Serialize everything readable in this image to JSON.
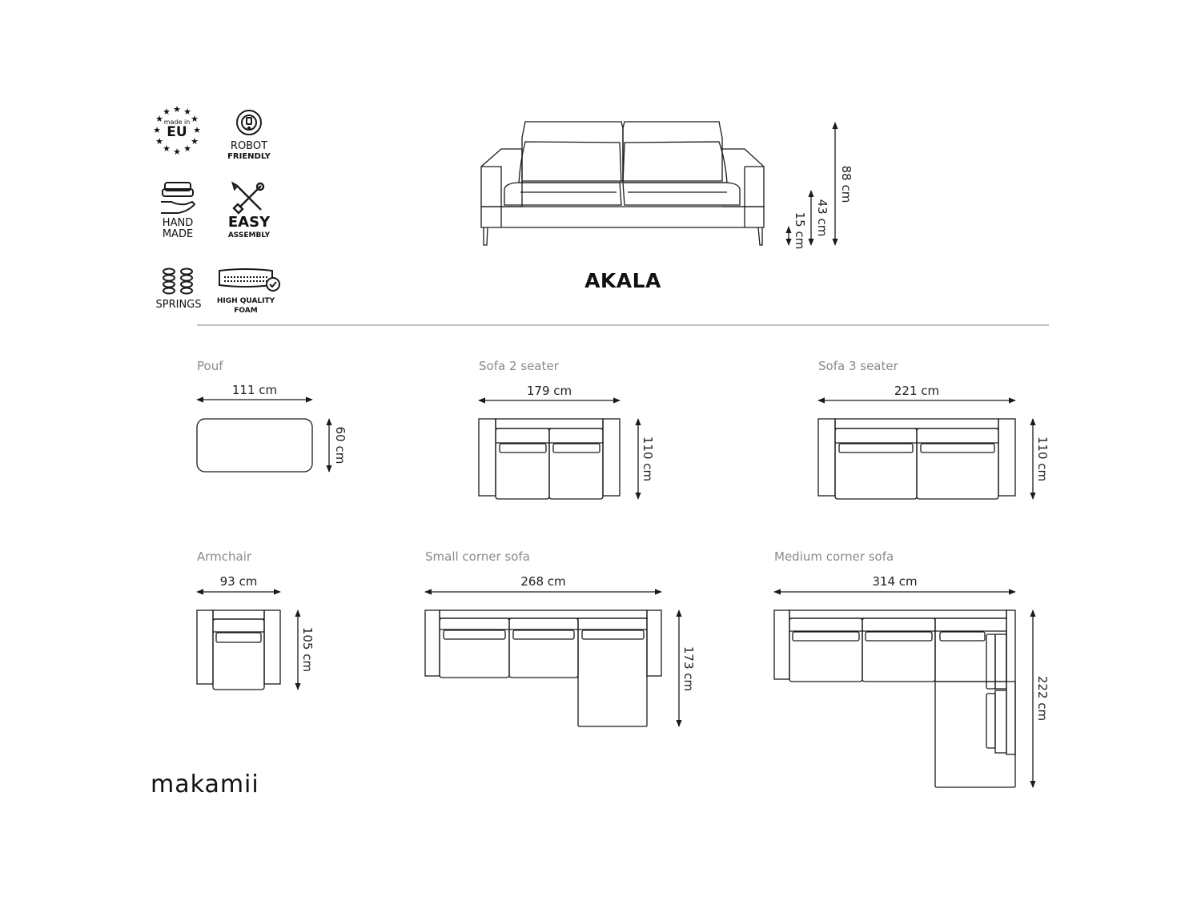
{
  "product": {
    "name": "AKALA"
  },
  "brand": {
    "name": "makamii"
  },
  "features": [
    {
      "line1": "made in",
      "line2": "EU",
      "icon": "made-in-eu-icon"
    },
    {
      "line1": "ROBOT",
      "line2": "FRIENDLY",
      "icon": "robot-vacuum-icon"
    },
    {
      "line1": "HAND",
      "line2": "MADE",
      "icon": "hand-made-icon"
    },
    {
      "line1": "EASY",
      "line2": "ASSEMBLY",
      "icon": "tools-icon"
    },
    {
      "line1": "SPRINGS",
      "line2": "",
      "icon": "springs-icon"
    },
    {
      "line1": "HIGH QUALITY",
      "line2": "FOAM",
      "icon": "foam-icon"
    }
  ],
  "front_view": {
    "height_total": "88 cm",
    "seat_height": "43 cm",
    "leg_height": "15 cm"
  },
  "variants": [
    {
      "title": "Pouf",
      "width": "111 cm",
      "depth": "60 cm"
    },
    {
      "title": "Sofa 2 seater",
      "width": "179 cm",
      "depth": "110 cm"
    },
    {
      "title": "Sofa 3 seater",
      "width": "221 cm",
      "depth": "110 cm"
    },
    {
      "title": "Armchair",
      "width": "93 cm",
      "depth": "105 cm"
    },
    {
      "title": "Small corner sofa",
      "width": "268 cm",
      "depth": "173 cm"
    },
    {
      "title": "Medium corner sofa",
      "width": "314 cm",
      "depth": "222 cm"
    }
  ]
}
